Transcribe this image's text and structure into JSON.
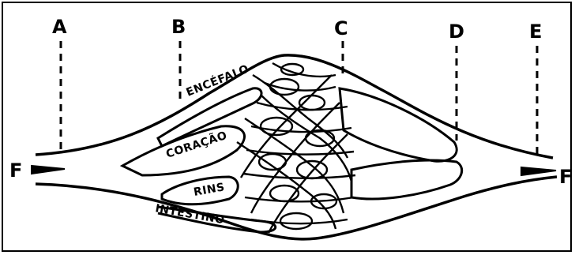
{
  "markers": {
    "a": "A",
    "b": "B",
    "c": "C",
    "d": "D",
    "e": "E"
  },
  "flow": {
    "left": "F",
    "right": "F"
  },
  "organs": {
    "brain": "ENCÉFALO",
    "heart": "CORAÇÃO",
    "kidneys": "RINS",
    "intestine": "INTESTINO"
  }
}
